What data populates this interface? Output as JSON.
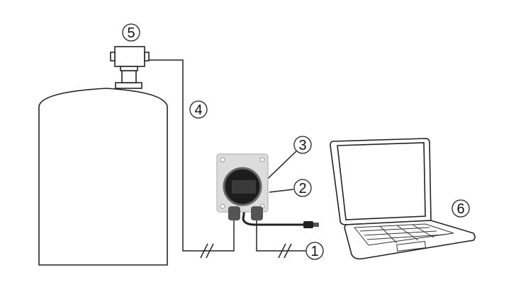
{
  "callouts": {
    "c1": "1",
    "c2": "2",
    "c3": "3",
    "c4": "4",
    "c5": "5",
    "c6": "6"
  },
  "colors": {
    "line": "#222222",
    "device_body": "#d9d9d9",
    "display": "#2b2b2b"
  }
}
